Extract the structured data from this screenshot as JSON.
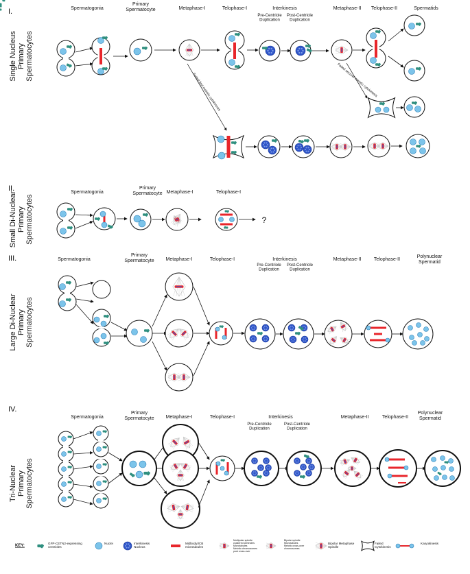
{
  "colors": {
    "nucleus": "#7cc4ea",
    "nucleus_stroke": "#2b7fb8",
    "interkinesis_nucleus": "#2f55c8",
    "interkinesis_inner": "#7f9ee8",
    "centriole": "#2f8f7f",
    "midbody": "#e8262b",
    "spindle": "#c9c9c9",
    "cell_stroke": "#111111"
  },
  "sections": [
    {
      "numeral": "I.",
      "side_label": [
        "Single Nucleus",
        "Primary",
        "Spermatocytes"
      ],
      "headers": [
        "Spermatogonia",
        "Primary\nSpermatocyte",
        "Metaphase-I",
        "Telophase-I",
        "Interkinesis",
        "Pre-Centriole\nDuplication",
        "Post-Centriole\nDuplication",
        "Metaphase-II",
        "Telophase-II",
        "Spermatids"
      ],
      "annotations": [
        "Failed first meiotic cytokinesis",
        "Failed second meiotic cytokinesis"
      ]
    },
    {
      "numeral": "II.",
      "side_label": [
        "Small Di-Nuclear",
        "Primary",
        "Spermatocytes"
      ],
      "headers": [
        "Spermatogonia",
        "Primary\nSpermatocyte",
        "Metaphase-I",
        "Telophase-I"
      ],
      "end_mark": "?"
    },
    {
      "numeral": "III.",
      "side_label": [
        "Large Di-Nuclear",
        "Primary",
        "Spermatocytes"
      ],
      "headers": [
        "Spermatogonia",
        "Primary\nSpermatocyte",
        "Metaphase-I",
        "Telophase-I",
        "Interkinesis",
        "Pre-Centriole\nDuplication",
        "Post-Centriole\nDuplication",
        "Metaphase-II",
        "Telophase-II",
        "Polynuclear\nSpermatid"
      ]
    },
    {
      "numeral": "IV.",
      "side_label": [
        "Tri-Nuclear",
        "Primary",
        "Spermatocytes"
      ],
      "headers": [
        "Spermatogonia",
        "Primary\nSpermatocyte",
        "Metaphase-I",
        "Telophase-I",
        "Interkinesis",
        "Pre-Centriole\nDuplication",
        "Post-Centriole\nDuplication",
        "Metaphase-II",
        "Telophase-II",
        "Polynuclear\nSpermatid"
      ]
    }
  ],
  "key": {
    "title": "KEY:",
    "items": [
      {
        "icon": "centriole",
        "label": "GFP-CETN2-expressing\ncentrioles"
      },
      {
        "icon": "nucleus",
        "label": "Nuclei"
      },
      {
        "icon": "interkinesis-nucleus",
        "label": "Interkinesis\nNucleus"
      },
      {
        "icon": "midbody",
        "label": "Midbody/ICB\nmicrotubules"
      },
      {
        "icon": "multipolar-spindle",
        "label": "Multipolar spindle\nclustered centrioles\nMicrotubules\nMeiotic chromosomes\npost cross-over"
      },
      {
        "icon": "bipolar-spindle",
        "label": "Bipolar spindle\nMicrotubules\nMeiotic cross-over\nchromosomes"
      },
      {
        "icon": "bipolar-metaphase-spindle",
        "label": "Bipolar Metaphase\nSpindle"
      },
      {
        "icon": "failed-cytokinesis",
        "label": "Failed\nCytokinesis"
      },
      {
        "icon": "karyokinesis",
        "label": "Karyokinesis"
      }
    ]
  }
}
